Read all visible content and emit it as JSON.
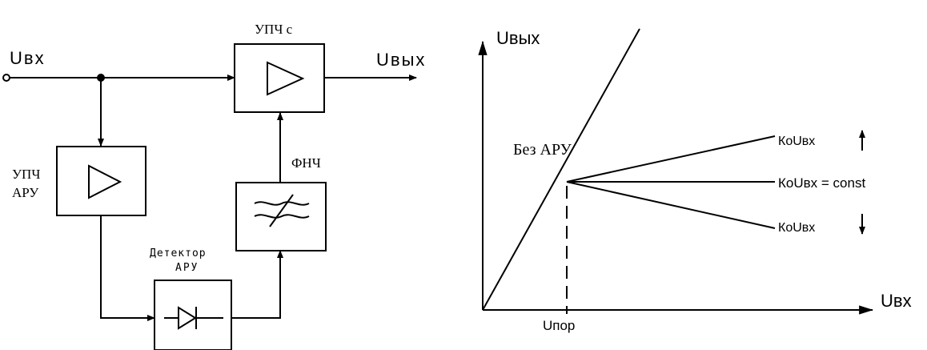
{
  "block_diagram": {
    "input_label": "Uвх",
    "output_label": "Uвых",
    "if_amp_label": "УПЧ с",
    "agc_amp_label_line1": "УПЧ",
    "agc_amp_label_line2": "АРУ",
    "lpf_label": "ФНЧ",
    "detector_label_line1": "Детектор",
    "detector_label_line2": "АРУ"
  },
  "characteristic": {
    "y_axis_label": "Uвых",
    "x_axis_label": "Uвх",
    "threshold_label": "Uпор",
    "no_agc_label": "Без АРУ",
    "line_up_label": "КоUвх",
    "line_const_label": "КоUвх = const",
    "line_down_label": "КоUвх"
  }
}
